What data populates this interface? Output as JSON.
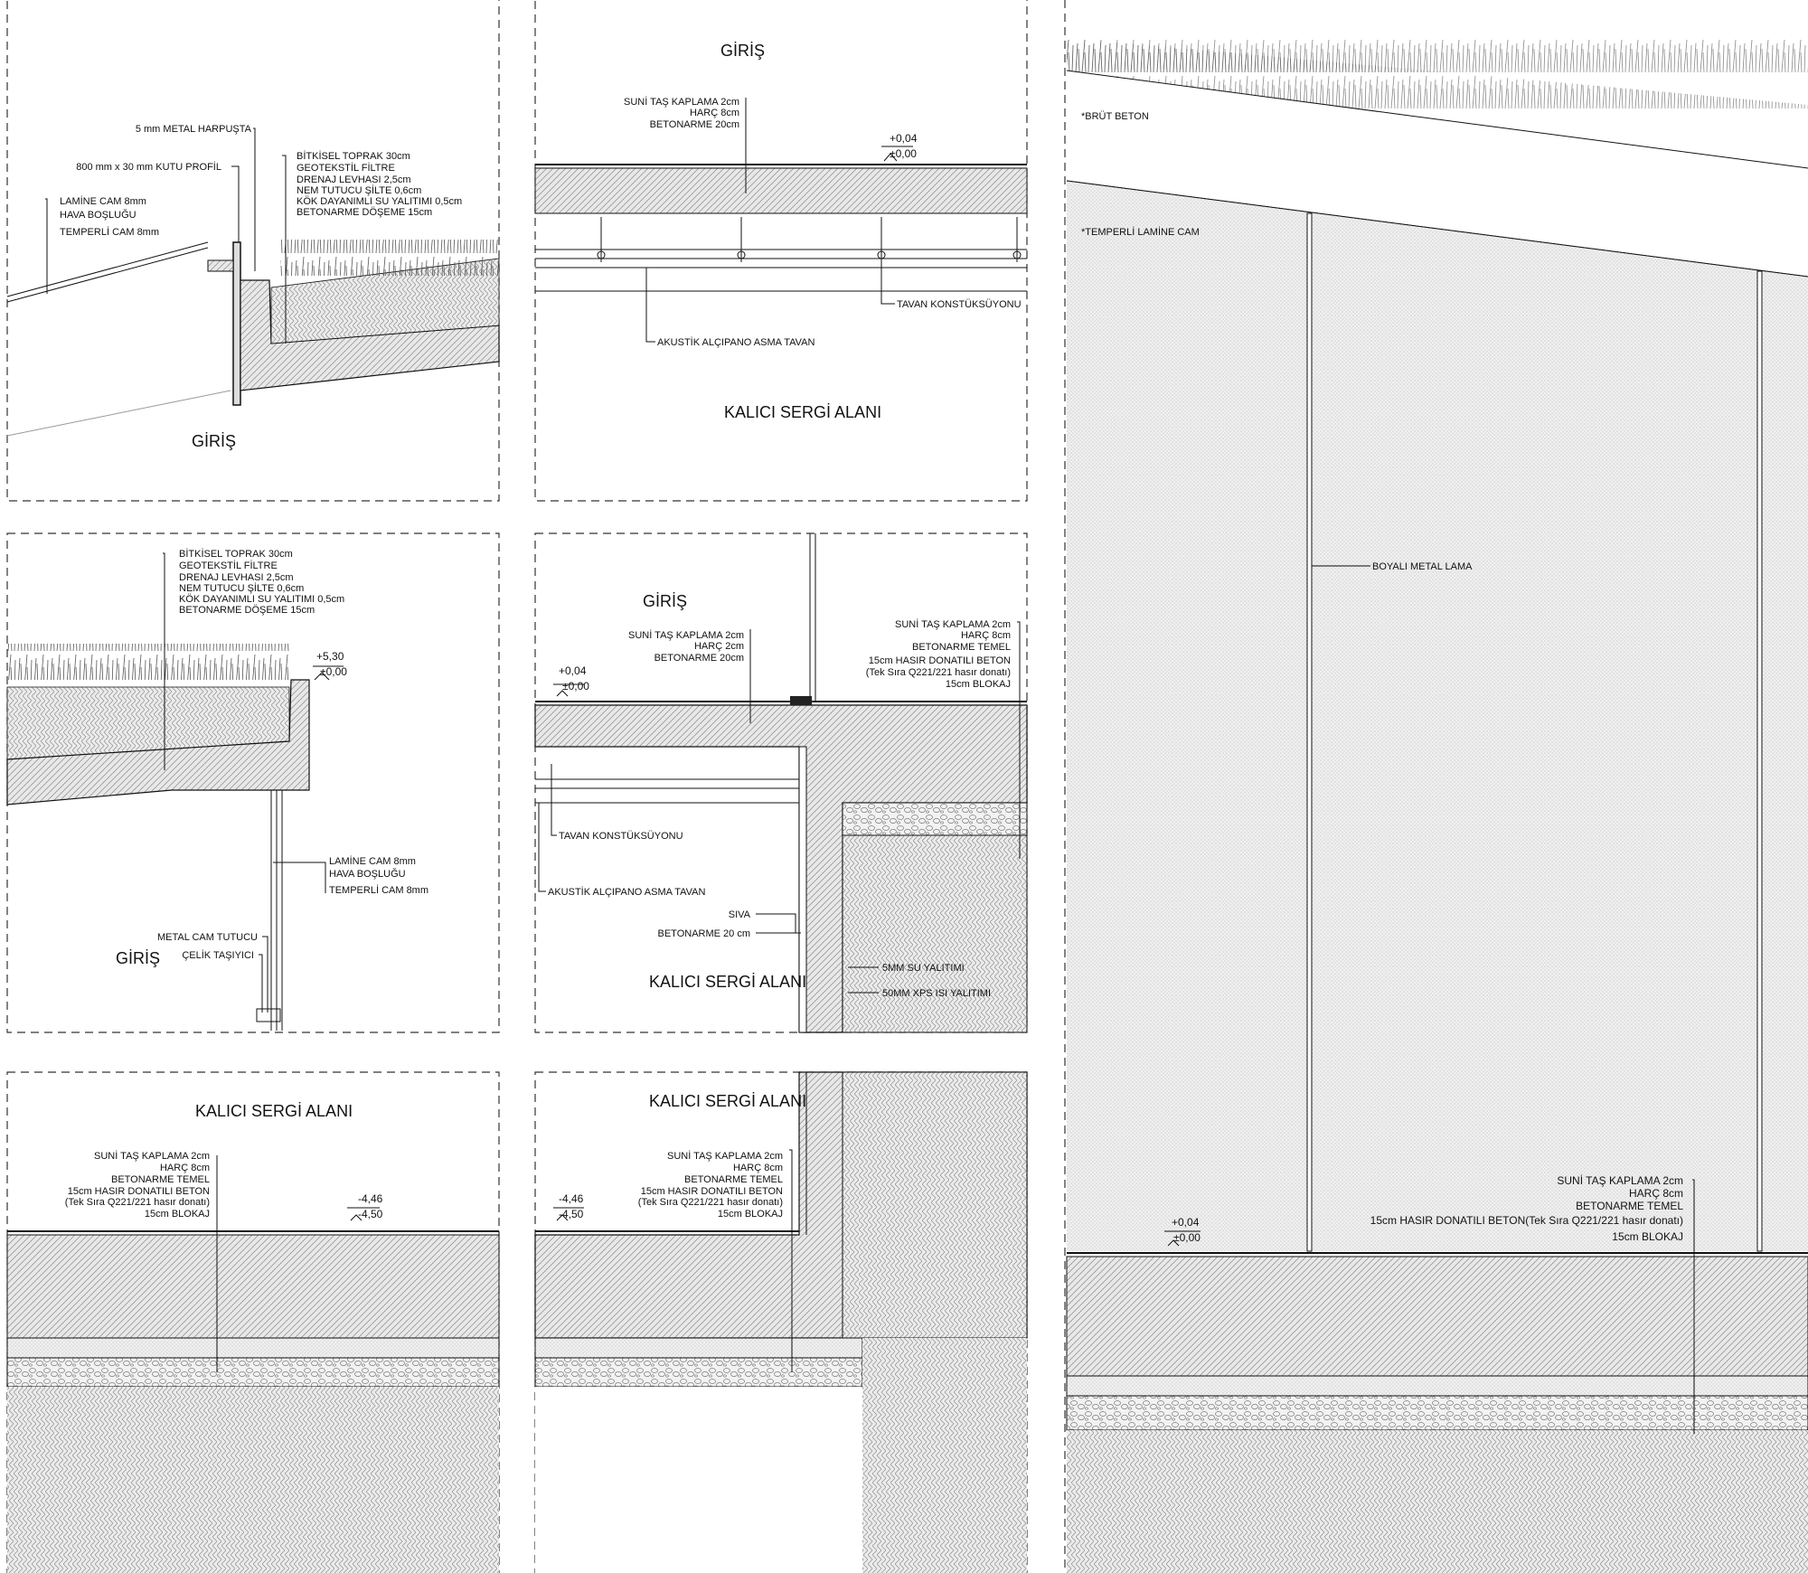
{
  "panel1": {
    "label_entrance": "GİRİŞ",
    "harpusta": "5 mm METAL HARPUŞTA",
    "kutu_profil": "800 mm x 30 mm KUTU PROFİL",
    "glass_layers": [
      "LAMİNE CAM 8mm",
      "HAVA BOŞLUĞU",
      "TEMPERLİ CAM 8mm"
    ],
    "roof_layers": [
      "BİTKİSEL TOPRAK 30cm",
      "GEOTEKSTİL FİLTRE",
      "DRENAJ LEVHASI 2,5cm",
      "NEM TUTUCU ŞİLTE 0,6cm",
      "KÖK DAYANIMLI SU YALITIMI 0,5cm",
      "BETONARME DÖŞEME 15cm"
    ]
  },
  "panel2": {
    "label_entrance": "GİRİŞ",
    "floor_layers": [
      "SUNİ TAŞ KAPLAMA 2cm",
      "HARÇ 8cm",
      "BETONARME 20cm"
    ],
    "level_top": "+0,04",
    "level_bottom": "±0,00",
    "tavan": "TAVAN KONSTÜKSÜYONU",
    "akustik": "AKUSTİK ALÇIPANO ASMA TAVAN",
    "label_room": "KALICI SERGİ ALANI"
  },
  "panel3": {
    "roof_layers": [
      "BİTKİSEL TOPRAK 30cm",
      "GEOTEKSTİL FİLTRE",
      "DRENAJ LEVHASI 2,5cm",
      "NEM TUTUCU ŞİLTE 0,6cm",
      "KÖK DAYANIMLI SU YALITIMI 0,5cm",
      "BETONARME DÖŞEME 15cm"
    ],
    "level_top": "+5,30",
    "level_bottom": "±0,00",
    "glass_layers": [
      "LAMİNE CAM 8mm",
      "HAVA BOŞLUĞU",
      "TEMPERLİ CAM 8mm"
    ],
    "metal_cam": "METAL CAM TUTUCU",
    "celik": "ÇELİK TAŞIYICI",
    "label_entrance": "GİRİŞ"
  },
  "panel4": {
    "label_entrance": "GİRİŞ",
    "floor_layers": [
      "SUNİ TAŞ KAPLAMA 2cm",
      "HARÇ 2cm",
      "BETONARME 20cm"
    ],
    "right_layers": [
      "SUNİ TAŞ KAPLAMA 2cm",
      "HARÇ 8cm",
      "BETONARME TEMEL",
      "15cm HASIR DONATILI BETON",
      "(Tek Sıra Q221/221 hasır donatı)",
      "15cm BLOKAJ"
    ],
    "level_top": "+0,04",
    "level_bottom": "±0,00",
    "tavan": "TAVAN KONSTÜKSÜYONU",
    "akustik": "AKUSTİK ALÇIPANO ASMA TAVAN",
    "siva": "SIVA",
    "betonarme": "BETONARME 20 cm",
    "su": "5MM SU YALITIMI",
    "xps": "50MM XPS ISI YALITIMI",
    "label_room": "KALICI SERGİ ALANI"
  },
  "panel5": {
    "label_room": "KALICI SERGİ ALANI",
    "layers": [
      "SUNİ TAŞ KAPLAMA 2cm",
      "HARÇ 8cm",
      "BETONARME TEMEL",
      "15cm HASIR DONATILI BETON",
      "(Tek Sıra Q221/221 hasır donatı)",
      "15cm BLOKAJ"
    ],
    "level_top": "-4,46",
    "level_bottom": "-4,50"
  },
  "panel6": {
    "label_room": "KALICI SERGİ ALANI",
    "layers": [
      "SUNİ TAŞ KAPLAMA 2cm",
      "HARÇ 8cm",
      "BETONARME TEMEL",
      "15cm HASIR DONATILI BETON",
      "(Tek Sıra Q221/221 hasır donatı)",
      "15cm BLOKAJ"
    ],
    "level_top": "-4,46",
    "level_bottom": "-4,50"
  },
  "panel7": {
    "brut": "*BRÜT BETON",
    "temperli": "*TEMPERLİ LAMİNE CAM",
    "boyali": "BOYALI METAL LAMA",
    "layers": [
      "SUNİ TAŞ KAPLAMA 2cm",
      "HARÇ 8cm",
      "BETONARME TEMEL",
      "15cm HASIR DONATILI BETON(Tek Sıra Q221/221 hasır donatı)",
      "15cm BLOKAJ"
    ],
    "level_top": "+0,04",
    "level_bottom": "±0,00"
  }
}
